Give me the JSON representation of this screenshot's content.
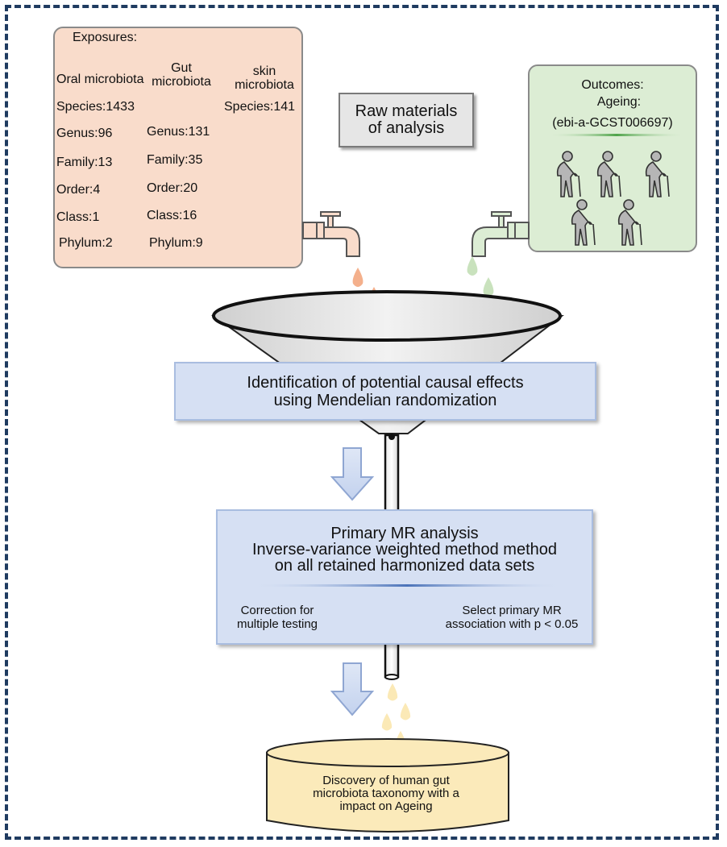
{
  "exposures": {
    "title": "Exposures:",
    "oral": {
      "header": "Oral microbiota",
      "items": [
        "Species:1433",
        "Genus:96",
        "Family:13",
        "Order:4",
        "Class:1",
        "Phylum:2"
      ]
    },
    "gut": {
      "header": "Gut microbiota",
      "items": [
        "Genus:131",
        "Family:35",
        "Order:20",
        "Class:16",
        "Phylum:9"
      ]
    },
    "skin": {
      "header": "skin microbiota",
      "items": [
        "Species:141"
      ]
    }
  },
  "raw_materials": "Raw materials of analysis",
  "outcomes": {
    "title": "Outcomes:",
    "subtitle": "Ageing:",
    "id": "(ebi-a-GCST006697)"
  },
  "identification": "Identification of potential causal effects using Mendelian randomization",
  "primary": {
    "title_line1": "Primary MR analysis",
    "title_line2": "Inverse-variance weighted method method",
    "title_line3": "on all retained harmonized data sets",
    "left_note": "Correction for multiple testing",
    "right_note": "Select primary MR association with p < 0.05"
  },
  "discovery": "Discovery of human gut microbiota taxonomy with a impact on Ageing",
  "colors": {
    "frame": "#1f3b60",
    "exposure_fill": "#f9dccb",
    "outcome_fill": "#dcedd4",
    "blue_box": "#d6e0f3",
    "cylinder": "#fbeaba",
    "orange_drop": "#f4b08c",
    "green_drop": "#c9e2bd",
    "yellow_drop": "#fbe9b6"
  }
}
